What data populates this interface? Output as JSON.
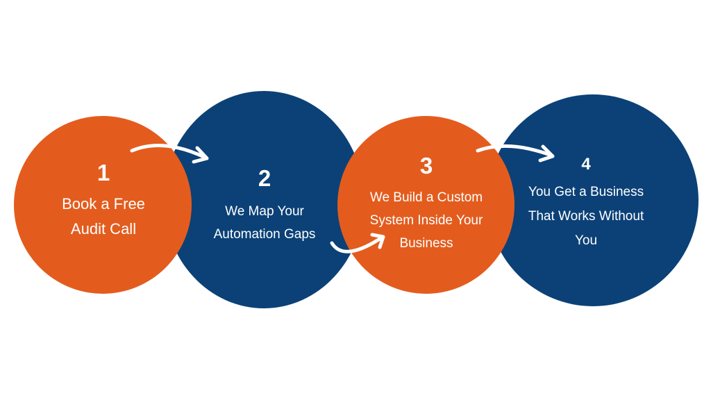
{
  "colors": {
    "orange": "#e35c1e",
    "blue": "#0b4177",
    "text": "#ffffff",
    "background": "#ffffff"
  },
  "steps": [
    {
      "number": "1",
      "label": "Book a Free\nAudit Call",
      "color": "orange"
    },
    {
      "number": "2",
      "label": "We Map Your\nAutomation Gaps",
      "color": "blue"
    },
    {
      "number": "3",
      "label": "We Build a Custom\nSystem Inside Your\nBusiness",
      "color": "orange"
    },
    {
      "number": "4",
      "label": "You Get a Business\nThat Works Without\nYou",
      "color": "blue"
    }
  ],
  "arrows": [
    {
      "from": "1",
      "to": "2",
      "icon": "curved-arrow-right-icon"
    },
    {
      "from": "2",
      "to": "3",
      "icon": "curved-arrow-up-right-icon"
    },
    {
      "from": "3",
      "to": "4",
      "icon": "curved-arrow-right-icon"
    }
  ]
}
